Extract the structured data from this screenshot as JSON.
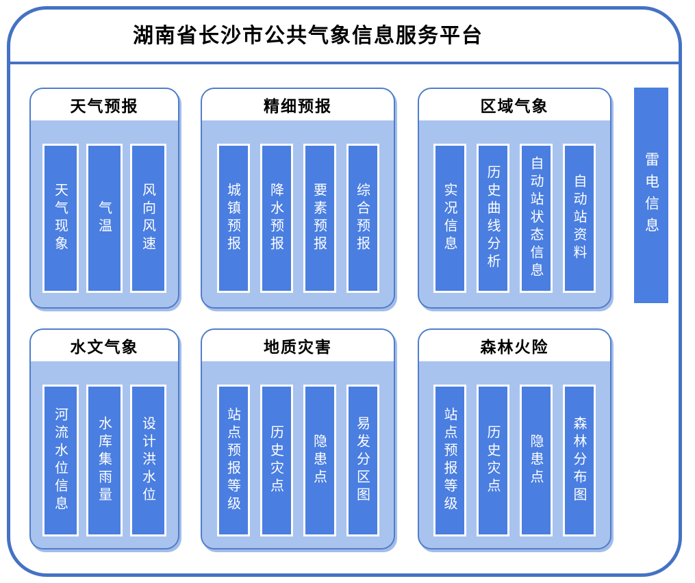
{
  "title": "湖南省长沙市公共气象信息服务平台",
  "colors": {
    "frame_border": "#4472C4",
    "panel_fill": "#A9C3EF",
    "panel_header_bg": "#FFFFFF",
    "bar_fill": "#4A7EE0",
    "bar_text": "#FFFFFF",
    "title_text": "#000000"
  },
  "panels": [
    {
      "label": "天气预报",
      "items": [
        "天气现象",
        "气温",
        "风向风速"
      ]
    },
    {
      "label": "精细预报",
      "items": [
        "城镇预报",
        "降水预报",
        "要素预报",
        "综合预报"
      ]
    },
    {
      "label": "区域气象",
      "items": [
        "实况信息",
        "历史曲线分析",
        "自动站状态信息",
        "自动站资料"
      ]
    },
    {
      "label": "水文气象",
      "items": [
        "河流水位信息",
        "水库集雨量",
        "设计洪水位"
      ]
    },
    {
      "label": "地质灾害",
      "items": [
        "站点预报等级",
        "历史灾点",
        "隐患点",
        "易发分区图"
      ]
    },
    {
      "label": "森林火险",
      "items": [
        "站点预报等级",
        "历史灾点",
        "隐患点",
        "森林分布图"
      ]
    }
  ],
  "side_bar": {
    "label": "雷电信息"
  }
}
